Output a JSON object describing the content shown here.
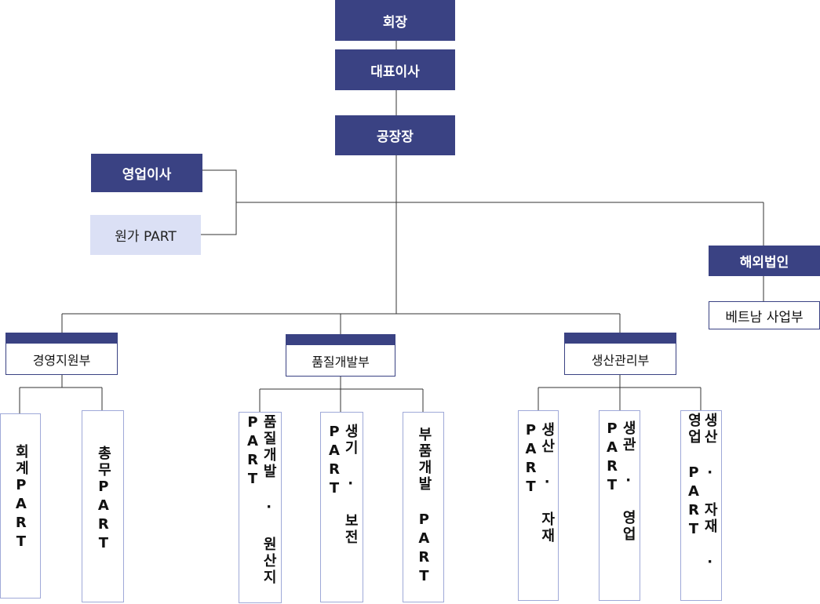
{
  "executives": {
    "chairman": "회장",
    "ceo": "대표이사",
    "plant_manager": "공장장",
    "sales_director": "영업이사",
    "cost_part": "원가 PART"
  },
  "overseas": {
    "title": "해외법인",
    "vietnam": "베트남 사업부"
  },
  "departments": {
    "management": {
      "title": "경영지원부",
      "parts": [
        "회계PART",
        "총무PART"
      ]
    },
    "quality": {
      "title": "품질개발부",
      "parts": [
        "품질개발 · 원산지 PART",
        "생기 · 보전PART",
        "부품개발 PART"
      ]
    },
    "production": {
      "title": "생산관리부",
      "parts": [
        "생산 · 자재PART",
        "생관 · 영업 PART",
        "생산 · 자재 · 영업 PART"
      ]
    }
  },
  "colors": {
    "navy": "#3a4283",
    "light_box": "#dbe0f5",
    "part_border": "#9fa9d8"
  }
}
